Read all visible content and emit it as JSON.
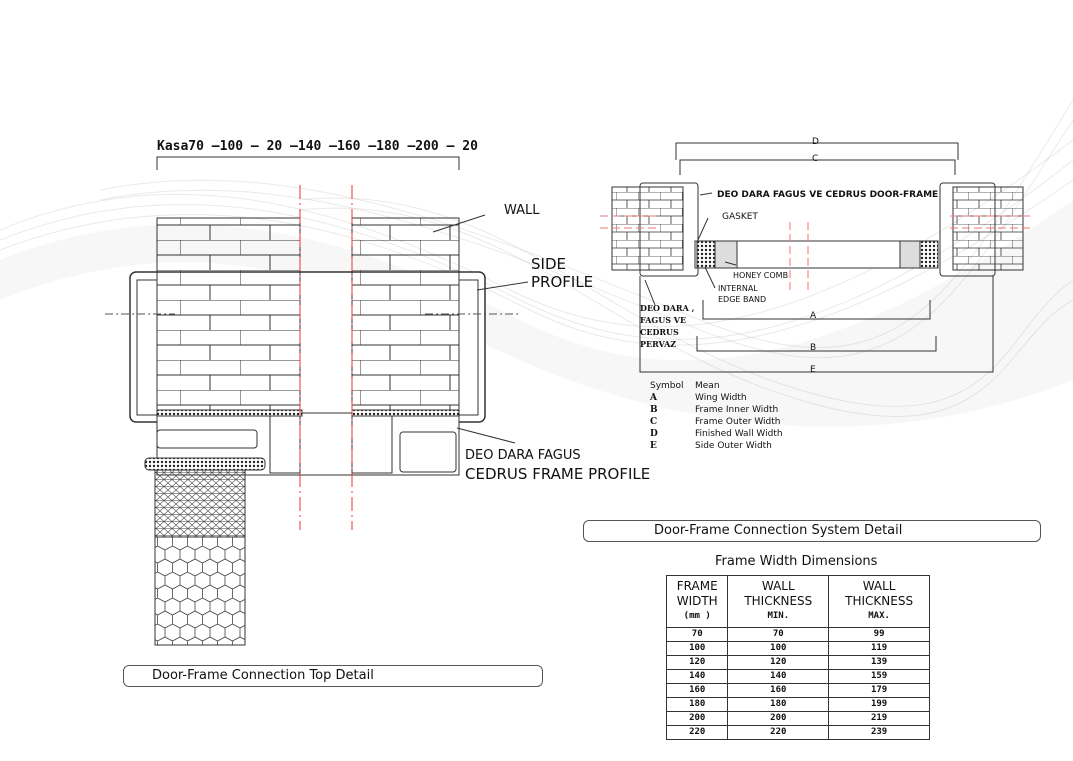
{
  "top_detail": {
    "size_header": "Kasa70 –100 – 20 –140 –160 –180 –200 – 20",
    "wall_label": "WALL",
    "side_profile_label_1": "SIDE",
    "side_profile_label_2": "PROFILE",
    "frame_profile_label_1": "DEO DARA FAGUS",
    "frame_profile_label_2": "CEDRUS FRAME PROFILE",
    "caption": "Door-Frame Connection Top Detail"
  },
  "system_detail": {
    "dim_D": "D",
    "dim_C": "C",
    "dim_A": "A",
    "dim_B": "B",
    "dim_E": "E",
    "door_frame_label": "DEO DARA FAGUS VE  CEDRUS DOOR-FRAME",
    "gasket_label": "GASKET",
    "honeycomb_label": "HONEY COMB",
    "edge_band_label_1": "INTERNAL",
    "edge_band_label_2": "EDGE BAND",
    "pervaz_label": [
      "DEO DARA ,",
      "FAGUS VE",
      "CEDRUS",
      "PERVAZ"
    ],
    "legend": {
      "header_symbol": "Symbol",
      "header_mean": "Mean",
      "items": [
        {
          "symbol": "A",
          "mean": "Wing Width"
        },
        {
          "symbol": "B",
          "mean": "Frame Inner Width"
        },
        {
          "symbol": "C",
          "mean": "Frame Outer Width"
        },
        {
          "symbol": "D",
          "mean": "Finished Wall Width"
        },
        {
          "symbol": "E",
          "mean": "Side Outer Width"
        }
      ]
    },
    "caption": "Door-Frame Connection System Detail"
  },
  "dimensions_table": {
    "title": "Frame Width Dimensions",
    "headers": [
      {
        "line1": "FRAME",
        "line2": "WIDTH",
        "unit": "(mm )"
      },
      {
        "line1": "WALL",
        "line2": "THICKNESS",
        "unit": "MIN."
      },
      {
        "line1": "WALL",
        "line2": "THICKNESS",
        "unit": "MAX."
      }
    ],
    "rows": [
      [
        "70",
        "70",
        "99"
      ],
      [
        "100",
        "100",
        "119"
      ],
      [
        "120",
        "120",
        "139"
      ],
      [
        "140",
        "140",
        "159"
      ],
      [
        "160",
        "160",
        "179"
      ],
      [
        "180",
        "180",
        "199"
      ],
      [
        "200",
        "200",
        "219"
      ],
      [
        "220",
        "220",
        "239"
      ]
    ]
  }
}
